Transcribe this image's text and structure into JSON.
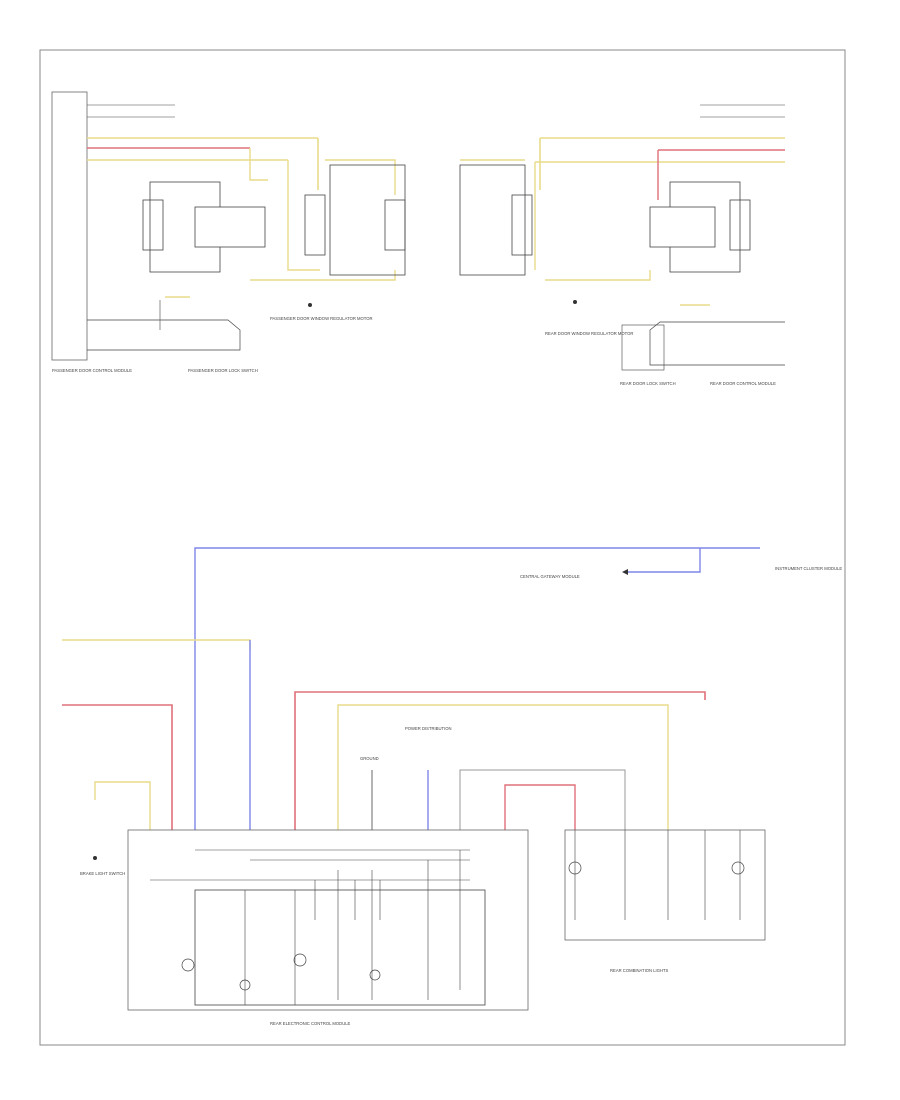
{
  "diagram": {
    "page_number": "",
    "top_left_labels": {
      "fuse_tag": "",
      "connector_caption": "PASSENGER DOOR CONTROL MODULE",
      "module_caption": "PASSENGER DOOR WINDOW REGULATOR MOTOR",
      "switch_caption": "PASSENGER DOOR LOCK SWITCH"
    },
    "top_right_labels": {
      "fuse_tag": "",
      "module_caption": "REAR DOOR WINDOW REGULATOR MOTOR",
      "switch_caption": "REAR DOOR LOCK SWITCH",
      "connector_caption": "REAR DOOR CONTROL MODULE"
    },
    "middle_labels": {
      "right_caption": "INSTRUMENT CLUSTER MODULE",
      "mid_caption": "CENTRAL GATEWAY MODULE"
    },
    "bottom_labels": {
      "left_caption": "BRAKE LIGHT SWITCH",
      "main_module_caption": "REAR ELECTRONIC CONTROL MODULE",
      "right_module_caption": "REAR COMBINATION LIGHTS",
      "ground_caption": "GROUND",
      "center_caption": "POWER DISTRIBUTION"
    },
    "wire_colors": {
      "yellow": "#e8dc8a",
      "red": "#e0707a",
      "blue": "#7f86e8",
      "black": "#222222",
      "gray": "#999999"
    }
  }
}
